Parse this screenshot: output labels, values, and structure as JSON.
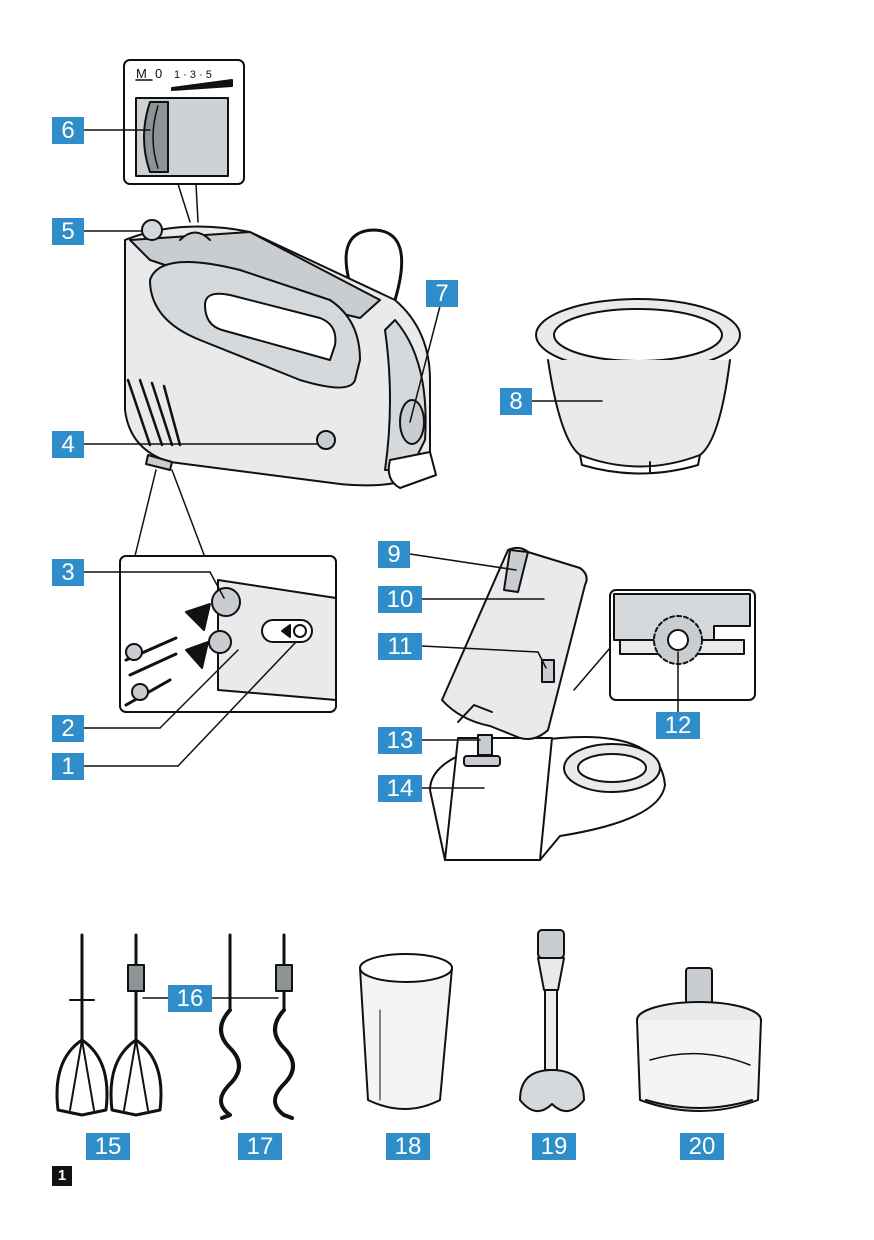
{
  "figure_label": "1",
  "switch_labels": {
    "m": "M",
    "zero": "0",
    "speeds": "1 · 3 · 5"
  },
  "callouts": [
    "1",
    "2",
    "3",
    "4",
    "5",
    "6",
    "7",
    "8",
    "9",
    "10",
    "11",
    "12",
    "13",
    "14",
    "15",
    "16",
    "17",
    "18",
    "19",
    "20"
  ],
  "colors": {
    "callout_bg": "#2f8ec9",
    "callout_text": "#ffffff",
    "line": "#111111",
    "shade": "#cdd0d3",
    "light": "#e8eaeb"
  }
}
